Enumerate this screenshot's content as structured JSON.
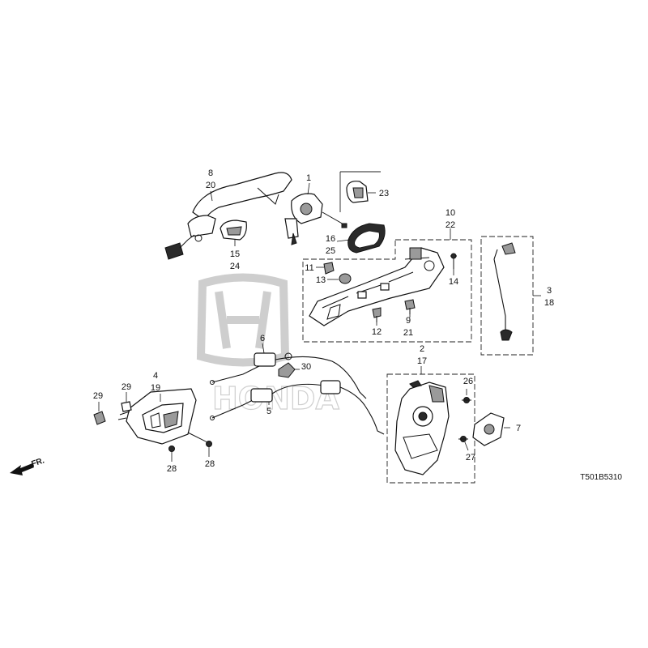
{
  "diagram": {
    "part_code": "T501B5310",
    "direction_label": "FR.",
    "watermark_text": "HONDA",
    "callouts": [
      {
        "id": "1",
        "lines": [
          "1"
        ]
      },
      {
        "id": "8-20",
        "lines": [
          "8",
          "20"
        ]
      },
      {
        "id": "23",
        "lines": [
          "23"
        ]
      },
      {
        "id": "15-24",
        "lines": [
          "15",
          "24"
        ]
      },
      {
        "id": "16-25",
        "lines": [
          "16",
          "25"
        ]
      },
      {
        "id": "10-22",
        "lines": [
          "10",
          "22"
        ]
      },
      {
        "id": "11",
        "lines": [
          "11"
        ]
      },
      {
        "id": "13",
        "lines": [
          "13"
        ]
      },
      {
        "id": "14",
        "lines": [
          "14"
        ]
      },
      {
        "id": "12",
        "lines": [
          "12"
        ]
      },
      {
        "id": "9-21",
        "lines": [
          "9",
          "21"
        ]
      },
      {
        "id": "3-18",
        "lines": [
          "3",
          "18"
        ]
      },
      {
        "id": "6",
        "lines": [
          "6"
        ]
      },
      {
        "id": "30",
        "lines": [
          "30"
        ]
      },
      {
        "id": "5",
        "lines": [
          "5"
        ]
      },
      {
        "id": "4-19",
        "lines": [
          "4",
          "19"
        ]
      },
      {
        "id": "29a",
        "lines": [
          "29"
        ]
      },
      {
        "id": "29b",
        "lines": [
          "29"
        ]
      },
      {
        "id": "28a",
        "lines": [
          "28"
        ]
      },
      {
        "id": "28b",
        "lines": [
          "28"
        ]
      },
      {
        "id": "2-17",
        "lines": [
          "2",
          "17"
        ]
      },
      {
        "id": "26",
        "lines": [
          "26"
        ]
      },
      {
        "id": "7",
        "lines": [
          "7"
        ]
      },
      {
        "id": "27",
        "lines": [
          "27"
        ]
      }
    ]
  }
}
